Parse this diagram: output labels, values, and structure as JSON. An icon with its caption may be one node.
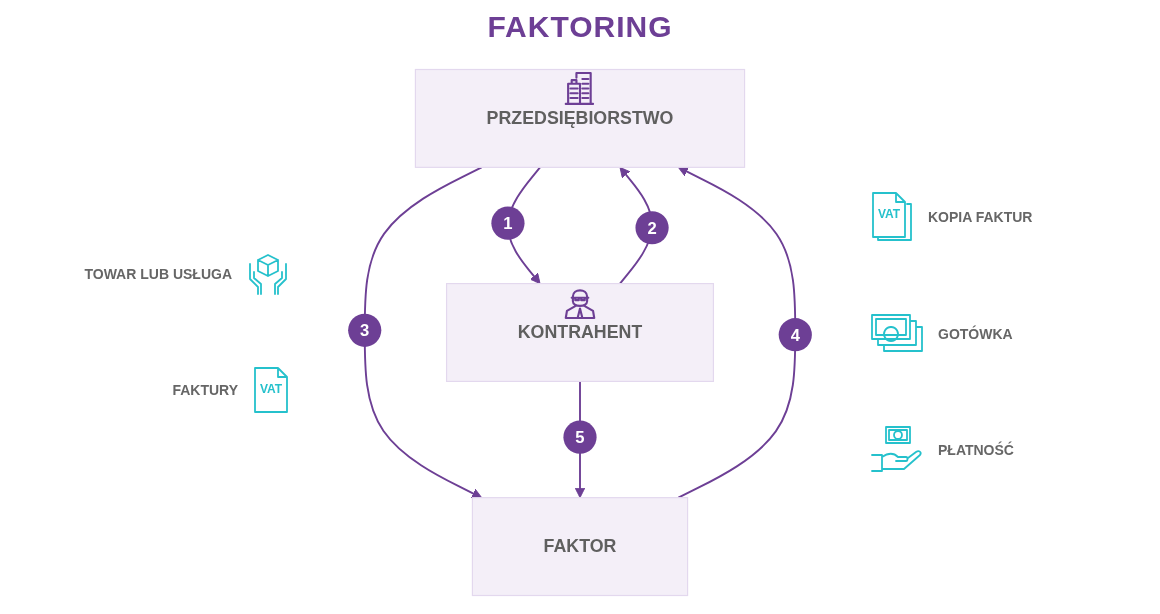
{
  "diagram": {
    "title": "FAKTORING",
    "nodes": [
      {
        "text": [
          "PRZEDSIĘBIORSTWO"
        ]
      },
      {
        "text": [
          "KONTRAHENT"
        ]
      },
      {
        "text": [
          "FAKTOR"
        ]
      }
    ],
    "edges": [
      {
        "from": 0,
        "to": 1,
        "arrow": "to",
        "label": "1"
      },
      {
        "from": 1,
        "to": 0,
        "arrow": "to",
        "label": "2"
      },
      {
        "from": 0,
        "to": 2,
        "arrow": "to",
        "label": "3"
      },
      {
        "from": 2,
        "to": 0,
        "arrow": "to",
        "label": "4"
      },
      {
        "from": 1,
        "to": 2,
        "arrow": "to",
        "label": "5"
      }
    ],
    "labels": [
      "TOWAR LUB USŁUGA",
      "VAT",
      "KOPIA FAKTUR",
      "VAT",
      "FAKTURY",
      "GOTÓWKA",
      "PŁATNOŚĆ"
    ]
  }
}
